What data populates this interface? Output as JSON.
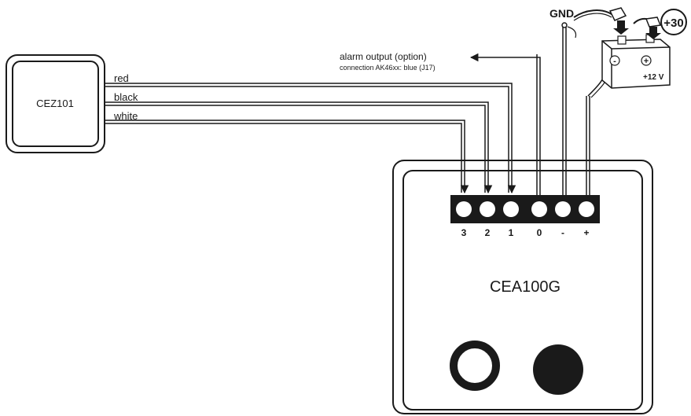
{
  "modules": {
    "cez": {
      "label": "CEZ101"
    },
    "cea": {
      "label": "CEA100G"
    }
  },
  "wires": [
    {
      "label": "red"
    },
    {
      "label": "black"
    },
    {
      "label": "white"
    }
  ],
  "alarm": {
    "line1": "alarm output (option)",
    "line2": "connection AK46xx: blue (J17)"
  },
  "terminals": [
    "3",
    "2",
    "1",
    "0",
    "-",
    "+"
  ],
  "battery": {
    "gnd_label": "GND",
    "plus30_label": "+30",
    "voltage_label": "+12 V",
    "neg_symbol": "-",
    "pos_symbol": "+"
  },
  "colors": {
    "ink": "#1a1a1a",
    "background": "#ffffff"
  }
}
